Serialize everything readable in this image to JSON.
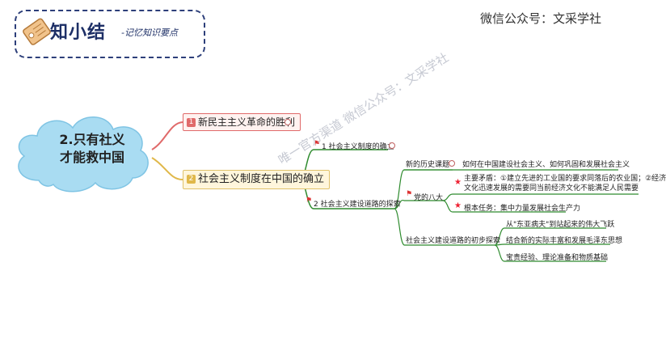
{
  "header": {
    "badge_title": "知小结",
    "badge_subtitle": "-记忆知识要点",
    "wechat": "微信公众号：文采学社"
  },
  "diagram": {
    "root": {
      "line1": "2.只有社义",
      "line2": "才能救中国"
    },
    "branch1": {
      "num": "1",
      "label": "新民主主义革命的胜利"
    },
    "branch2": {
      "num": "2",
      "label": "社会主义制度在中国的确立"
    },
    "node_2_1": "1 社会主义制度的确立",
    "node_2_2": "2 社会主义建设道路的探索",
    "sub_task_label": "新的历史课题",
    "sub_task_text": "如何在中国建设社会主义、如何巩固和发展社会主义",
    "eighth": "党的八大",
    "contradiction_line1": "主要矛盾：①建立先进的工业国的要求同落后的农业国；②经济",
    "contradiction_line2": "文化迅速发展的需要同当前经济文化不能满足人民需要",
    "task": "根本任务：集中力量发展社会生产力",
    "explore_label": "社会主义建设道路的初步探索",
    "explore_1": "从\"东亚病夫\"到站起来的伟大飞跃",
    "explore_2": "结合新的实际丰富和发展毛泽东思想",
    "explore_3": "宝贵经验、理论准备和物质基础"
  },
  "watermark": "唯一官方渠道 微信公众号：文采学社",
  "colors": {
    "red": "#e06a6a",
    "yellow": "#e0b84a",
    "green": "#2e8b2e",
    "cloud": "#a9dcf2",
    "navy": "#1d2f66"
  }
}
